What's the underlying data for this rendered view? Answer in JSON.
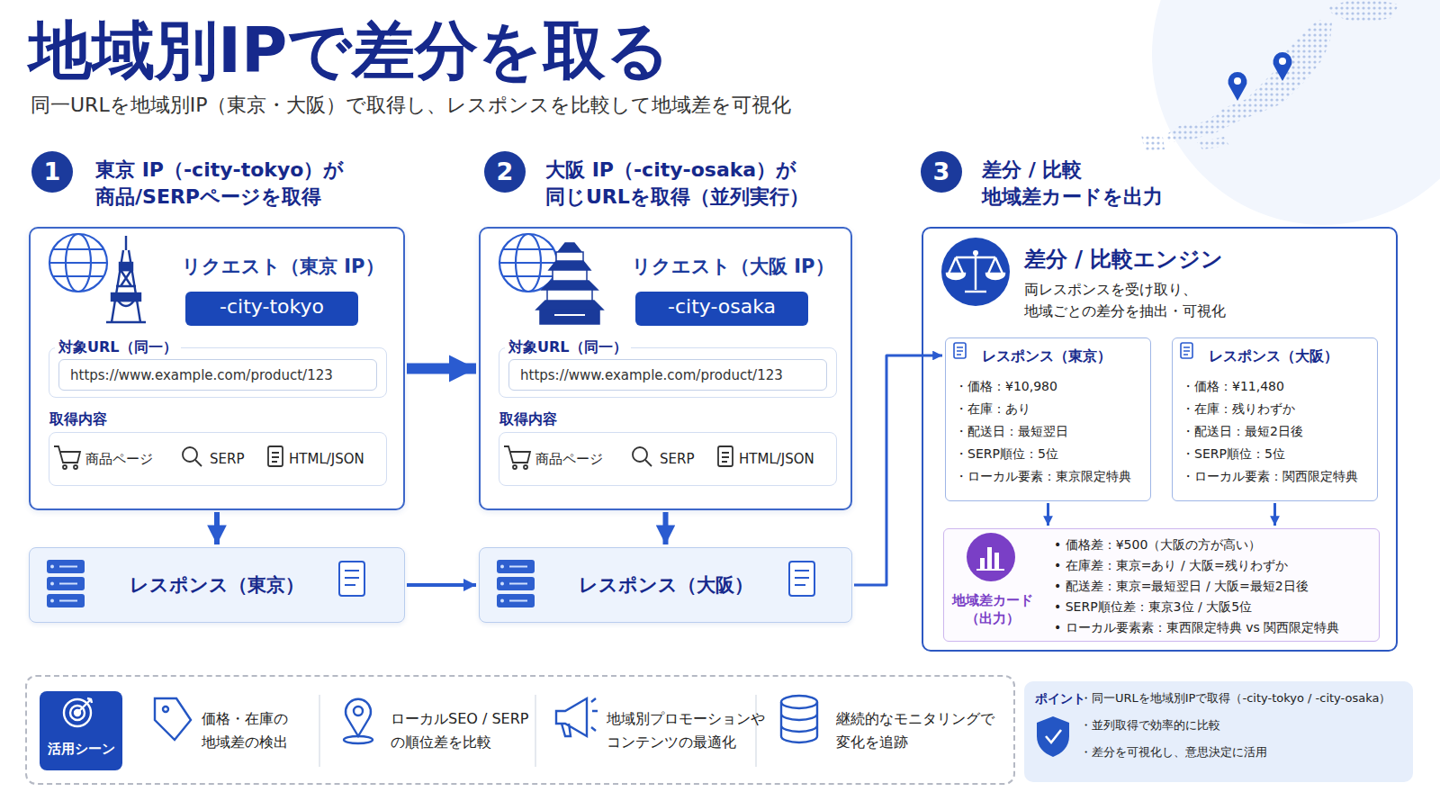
{
  "diagram": {
    "title": "地域別IPで差分を取る",
    "caption": "同一URLを地域別IP（東京・大阪）で取得し、レスポンスを比較して地域差を可視化",
    "nodes": [
      {
        "text": [
          "東京 IP（-city-tokyo）が 商品/SERPページを取得",
          "リクエスト（東京 IP）"
        ]
      },
      {
        "text": [
          "-city-tokyo"
        ],
        "in": 0
      },
      {
        "text": [
          "対象URL（同一）"
        ],
        "in": 0
      },
      {
        "text": [
          "https://www.example.com/product/123"
        ],
        "in": 2
      },
      {
        "text": [
          "取得内容",
          "商品ページ",
          "SERP",
          "HTML/JSON"
        ],
        "in": 0
      },
      {
        "text": [
          "レスポンス（東京）"
        ]
      },
      {
        "text": [
          "大阪 IP（-city-osaka）が 同じURLを取得（並列実行）",
          "リクエスト（大阪 IP）"
        ]
      },
      {
        "text": [
          "-city-osaka"
        ],
        "in": 6
      },
      {
        "text": [
          "対象URL（同一）"
        ],
        "in": 6
      },
      {
        "text": [
          "https://www.example.com/product/123"
        ],
        "in": 8
      },
      {
        "text": [
          "取得内容",
          "商品ページ",
          "SERP",
          "HTML/JSON"
        ],
        "in": 6
      },
      {
        "text": [
          "レスポンス（大阪）"
        ]
      },
      {
        "text": [
          "差分 / 比較 地域差カードを出力",
          "差分 / 比較エンジン",
          "両レスポンスを受け取り、 地域ごとの差分を抽出・可視化"
        ]
      },
      {
        "text": [
          "レスポンス（東京）",
          "・価格：¥10,980",
          "・在庫：あり",
          "・配送日：最短翌日",
          "・SERP順位：5位",
          "・ローカル要素：東京限定特典"
        ],
        "in": 12
      },
      {
        "text": [
          "レスポンス（大阪）",
          "・価格：¥11,480",
          "・在庫：残りわずか",
          "・配送日：最短2日後",
          "・SERP順位：5位",
          "・ローカル要素：関西限定特典"
        ],
        "in": 12
      },
      {
        "text": [
          "地域差カード （出力）",
          "• 価格差：¥500（大阪の方が高い）",
          "• 在庫差：東京=あり / 大阪=残りわずか",
          "• 配送差：東京=最短翌日 / 大阪=最短2日後",
          "• SERP順位差：東京3位 / 大阪5位",
          "• ローカル要素素：東西限定特典 vs 関西限定特典"
        ],
        "in": 12
      },
      {
        "text": [
          "価格・在庫の 地域差の検出",
          "ローカルSEO / SERP の順位差を比較",
          "地域別プロモーションや コンテンツの最適化",
          "継続的なモニタリングで 変化を追跡"
        ]
      },
      {
        "text": [
          "活用シーン"
        ],
        "in": 16
      },
      {
        "text": [
          "ポイント",
          "・同一URLを地域別IPで取得（-city-tokyo / -city-osaka）",
          "・並列取得で効率的に比較",
          "・差分を可視化し、意思決定に活用"
        ]
      }
    ],
    "edges": [
      {
        "from": 0,
        "to": 6,
        "arrow": "to"
      },
      {
        "from": 0,
        "to": 5,
        "arrow": "to"
      },
      {
        "from": 6,
        "to": 11,
        "arrow": "to"
      },
      {
        "from": 5,
        "to": 11,
        "arrow": "to"
      },
      {
        "from": 11,
        "to": 13,
        "arrow": "to"
      },
      {
        "from": 13,
        "to": 15,
        "arrow": "to"
      },
      {
        "from": 14,
        "to": 15,
        "arrow": "to"
      }
    ],
    "labels": [
      "1",
      "2",
      "3"
    ]
  }
}
